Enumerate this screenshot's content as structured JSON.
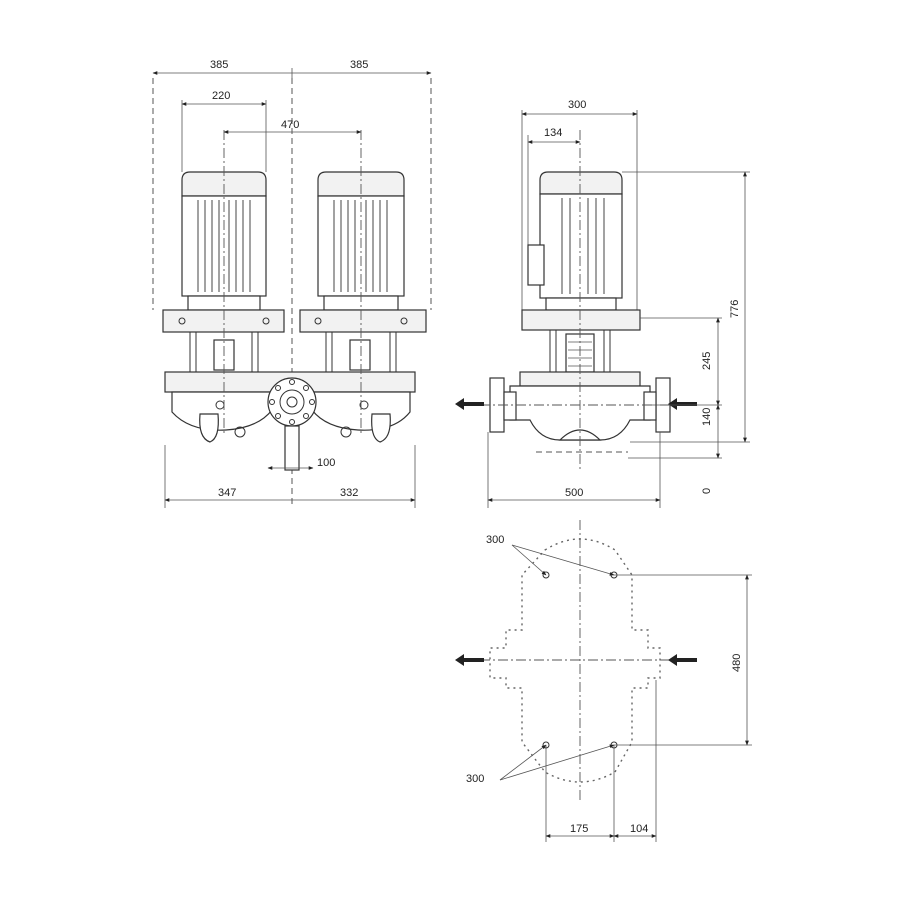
{
  "dimensions": {
    "front_left_half": "385",
    "front_right_half": "385",
    "motor_width": "220",
    "motor_spacing": "470",
    "inlet_offset": "100",
    "base_left": "347",
    "base_right": "332",
    "side_width": "300",
    "side_offset": "134",
    "side_height_total": "776",
    "side_height_mid": "245",
    "side_height_low": "140",
    "side_zero": "0",
    "side_base_length": "500",
    "plan_bolt_top": "300",
    "plan_bolt_bottom": "300",
    "plan_height": "480",
    "plan_spacing": "175",
    "plan_edge": "104"
  }
}
